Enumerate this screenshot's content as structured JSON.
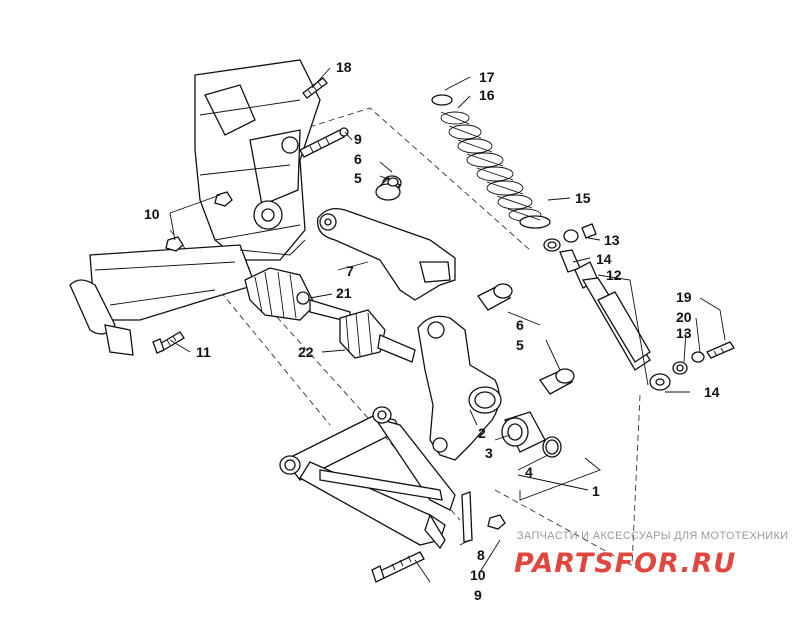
{
  "diagram": {
    "callouts": [
      {
        "id": "c18",
        "label": "18"
      },
      {
        "id": "c9a",
        "label": "9"
      },
      {
        "id": "c6a",
        "label": "6"
      },
      {
        "id": "c5a",
        "label": "5"
      },
      {
        "id": "c10a",
        "label": "10"
      },
      {
        "id": "c7",
        "label": "7"
      },
      {
        "id": "c21",
        "label": "21"
      },
      {
        "id": "c11",
        "label": "11"
      },
      {
        "id": "c22",
        "label": "22"
      },
      {
        "id": "c17",
        "label": "17"
      },
      {
        "id": "c16",
        "label": "16"
      },
      {
        "id": "c15",
        "label": "15"
      },
      {
        "id": "c13a",
        "label": "13"
      },
      {
        "id": "c14a",
        "label": "14"
      },
      {
        "id": "c12",
        "label": "12"
      },
      {
        "id": "c6b",
        "label": "6"
      },
      {
        "id": "c5b",
        "label": "5"
      },
      {
        "id": "c19",
        "label": "19"
      },
      {
        "id": "c20",
        "label": "20"
      },
      {
        "id": "c13b",
        "label": "13"
      },
      {
        "id": "c14b",
        "label": "14"
      },
      {
        "id": "c2",
        "label": "2"
      },
      {
        "id": "c3",
        "label": "3"
      },
      {
        "id": "c4",
        "label": "4"
      },
      {
        "id": "c1",
        "label": "1"
      },
      {
        "id": "c8",
        "label": "8"
      },
      {
        "id": "c10b",
        "label": "10"
      },
      {
        "id": "c9b",
        "label": "9"
      }
    ]
  },
  "watermark": {
    "caption": "ЗАПЧАСТИ И АКСЕССУАРЫ ДЛЯ МОТОТЕХНИКИ",
    "logo": "PARTSFOR.RU",
    "logo_color": "#e1473f"
  }
}
